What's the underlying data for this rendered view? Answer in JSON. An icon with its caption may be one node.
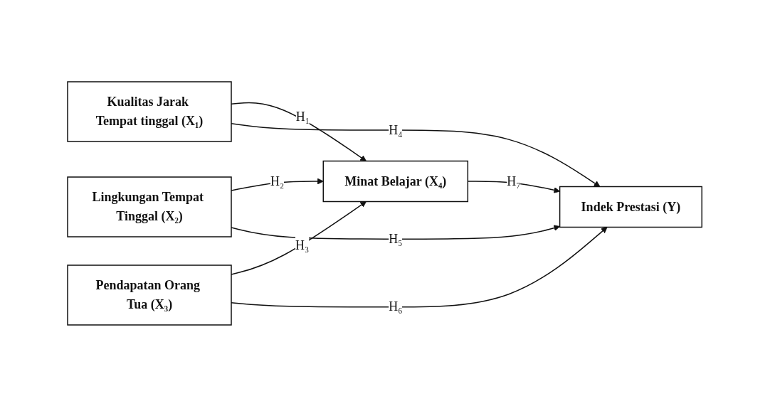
{
  "diagram": {
    "nodes": [
      {
        "text": [
          "Kualitas Jarak Tempat tinggal (X₁)"
        ]
      },
      {
        "text": [
          "Lingkungan Tempat Tinggal (X₂)"
        ]
      },
      {
        "text": [
          "Pendapatan Orang Tua (X₃)"
        ]
      },
      {
        "text": [
          "Minat Belajar (X₄)"
        ]
      },
      {
        "text": [
          "Indek Prestasi (Y)"
        ]
      }
    ],
    "edges": [
      {
        "from": 0,
        "to": 3,
        "arrow": "to",
        "label": "H₁"
      },
      {
        "from": 1,
        "to": 3,
        "arrow": "to",
        "label": "H₂"
      },
      {
        "from": 2,
        "to": 3,
        "arrow": "to",
        "label": "H₃"
      },
      {
        "from": 0,
        "to": 4,
        "arrow": "to",
        "label": "H₄"
      },
      {
        "from": 1,
        "to": 4,
        "arrow": "to",
        "label": "H₅"
      },
      {
        "from": 2,
        "to": 4,
        "arrow": "to",
        "label": "H₆"
      },
      {
        "from": 3,
        "to": 4,
        "arrow": "to",
        "label": "H₇"
      }
    ]
  }
}
